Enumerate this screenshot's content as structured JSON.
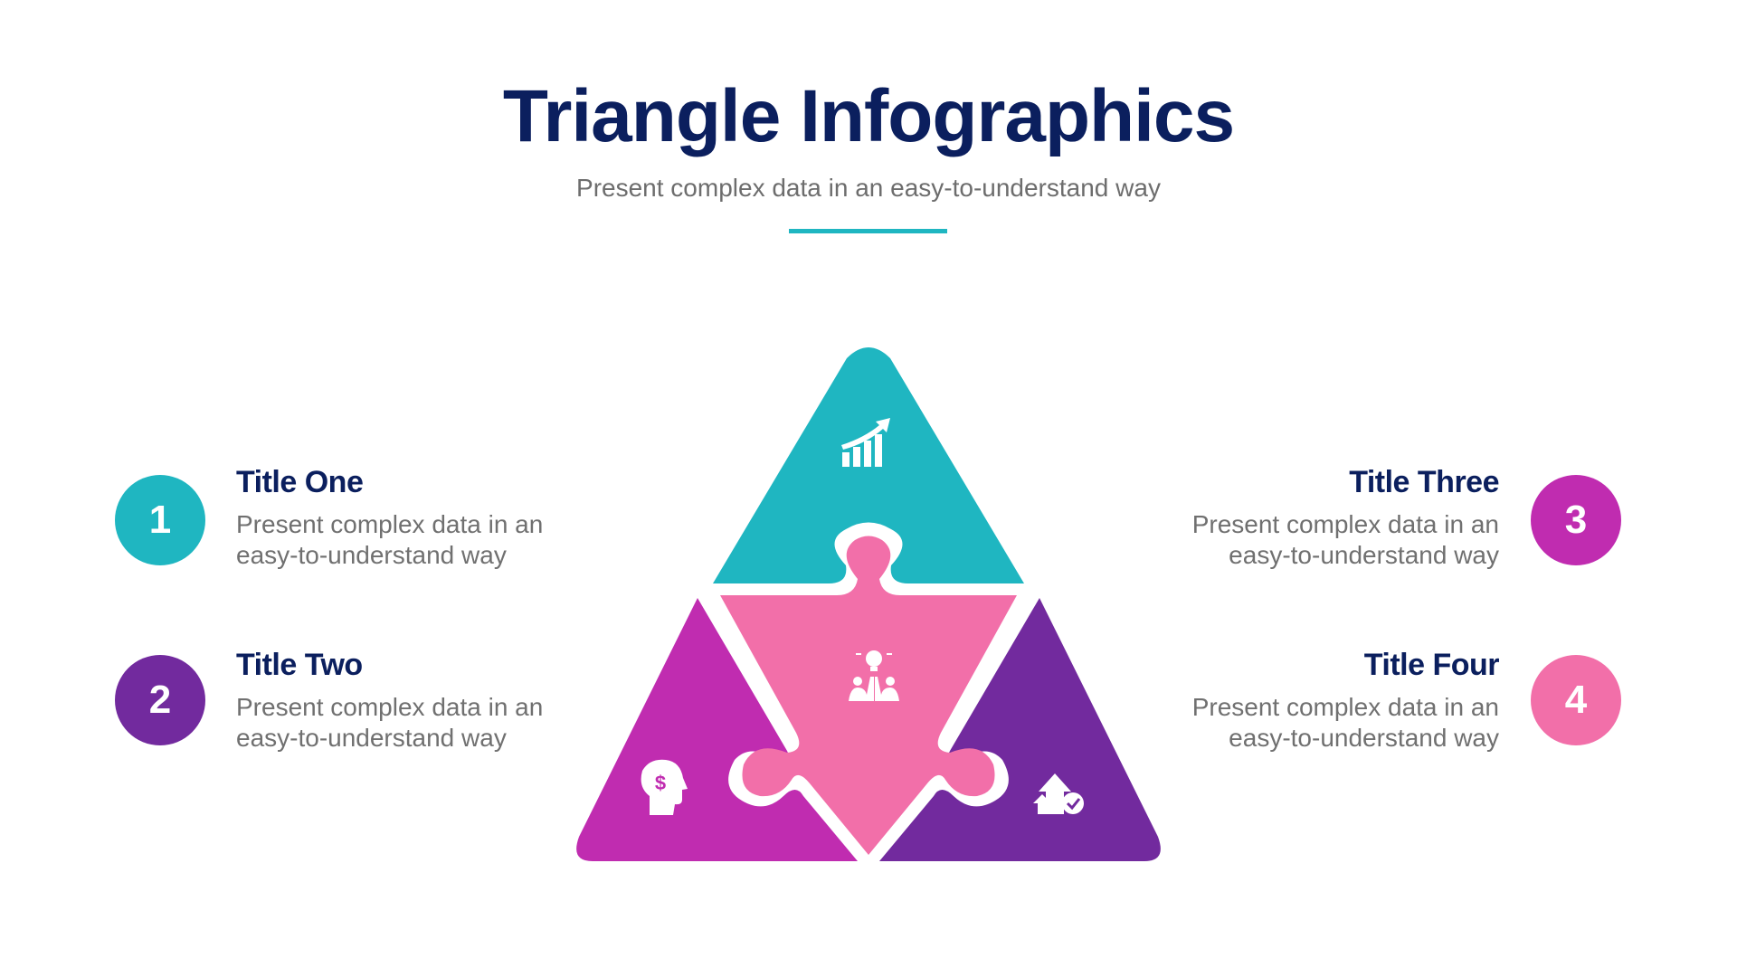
{
  "header": {
    "title": "Triangle Infographics",
    "subtitle": "Present complex data in an easy-to-understand way",
    "accent_color": "#1fb6c1"
  },
  "items": [
    {
      "number": "1",
      "title": "Title One",
      "line1": "Present complex data in an",
      "line2": "easy-to-understand way",
      "color": "#1fb6c1"
    },
    {
      "number": "2",
      "title": "Title Two",
      "line1": "Present complex data in an",
      "line2": "easy-to-understand way",
      "color": "#722a9e"
    },
    {
      "number": "3",
      "title": "Title Three",
      "line1": "Present complex data in an",
      "line2": "easy-to-understand way",
      "color": "#c02cb0"
    },
    {
      "number": "4",
      "title": "Title Four",
      "line1": "Present complex data in an",
      "line2": "easy-to-understand way",
      "color": "#f26fa9"
    }
  ],
  "triangle": {
    "pieces": [
      {
        "name": "top",
        "color": "#1fb6c1",
        "icon": "growth-chart-icon"
      },
      {
        "name": "center",
        "color": "#f26fa9",
        "icon": "idea-team-icon"
      },
      {
        "name": "bottom-left",
        "color": "#c02cb0",
        "icon": "money-mind-icon"
      },
      {
        "name": "bottom-right",
        "color": "#722a9e",
        "icon": "growth-check-icon"
      }
    ]
  }
}
